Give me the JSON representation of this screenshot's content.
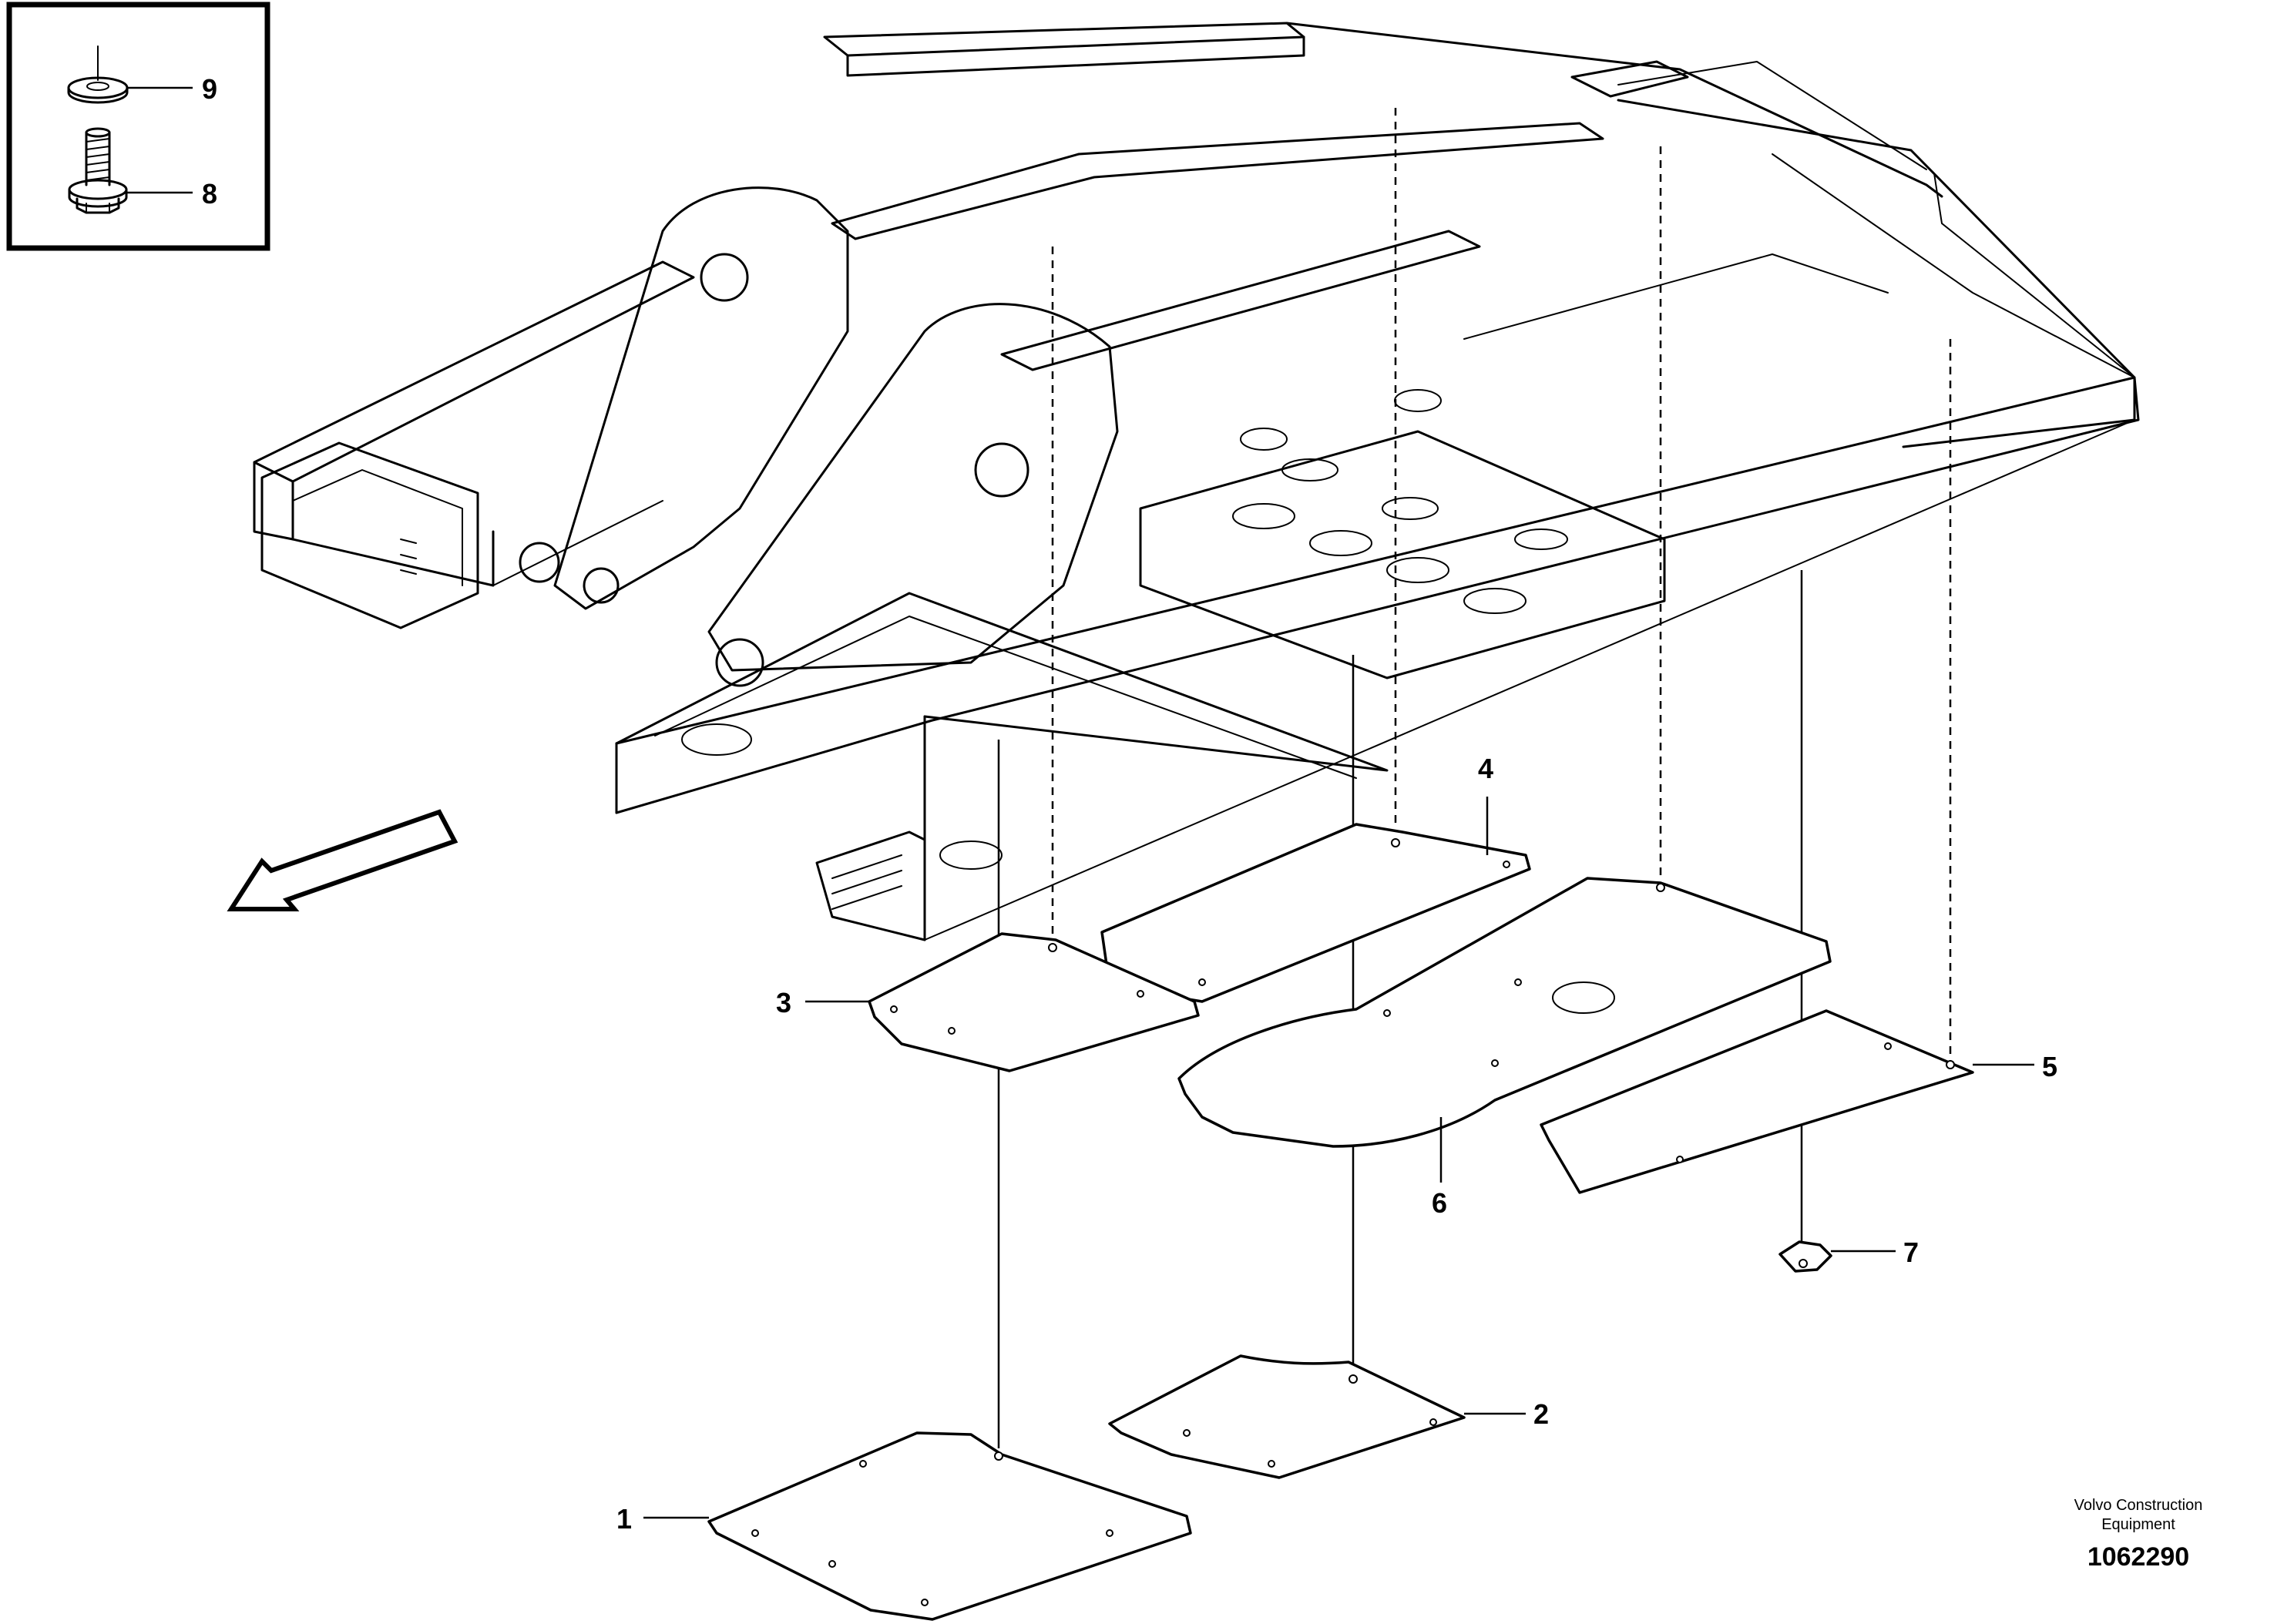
{
  "figure": {
    "image_number": "1062290",
    "brand_line1": "Volvo Construction",
    "brand_line2": "Equipment"
  },
  "inset": {
    "callouts": [
      {
        "id": "washer",
        "label": "9"
      },
      {
        "id": "bolt",
        "label": "8"
      }
    ]
  },
  "callouts": [
    {
      "id": "plate-1",
      "label": "1"
    },
    {
      "id": "plate-2",
      "label": "2"
    },
    {
      "id": "plate-3",
      "label": "3"
    },
    {
      "id": "plate-4",
      "label": "4"
    },
    {
      "id": "plate-5",
      "label": "5"
    },
    {
      "id": "plate-6",
      "label": "6"
    },
    {
      "id": "plate-7",
      "label": "7"
    }
  ],
  "colors": {
    "line": "#000000",
    "background": "#ffffff"
  },
  "icons": {
    "direction_arrow": "forward-direction-arrow-icon",
    "washer": "washer-icon",
    "bolt": "flange-bolt-icon"
  }
}
